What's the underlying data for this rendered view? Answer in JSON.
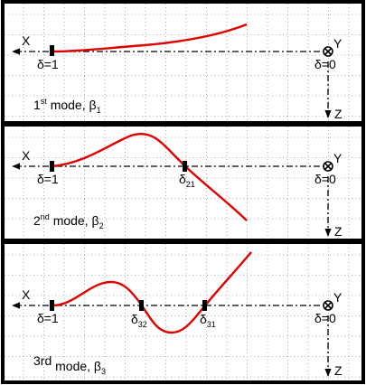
{
  "panels": [
    {
      "axis_x": "X",
      "axis_y": "Y",
      "axis_z": "Z",
      "delta_start": "δ=1",
      "delta_end": "δ=0",
      "mode_prefix": "1",
      "mode_sup": "st",
      "mode_text": " mode, β",
      "mode_sub": "1",
      "nodes": []
    },
    {
      "axis_x": "X",
      "axis_y": "Y",
      "axis_z": "Z",
      "delta_start": "δ=1",
      "delta_end": "δ=0",
      "mode_prefix": "2",
      "mode_sup": "nd",
      "mode_text": " mode, β",
      "mode_sub": "2",
      "nodes": [
        {
          "base": "δ",
          "sub": "21"
        }
      ]
    },
    {
      "axis_x": "X",
      "axis_y": "Y",
      "axis_z": "Z",
      "delta_start": "δ=1",
      "delta_end": "δ=0",
      "mode_prefix": "3rd",
      "mode_sup": "",
      "mode_text": " mode, β",
      "mode_sub": "3",
      "nodes": [
        {
          "base": "δ",
          "sub": "32"
        },
        {
          "base": "δ",
          "sub": "31"
        }
      ]
    }
  ],
  "colors": {
    "curve": "#e00000",
    "frame": "#000000",
    "grid": "#9a9a9a"
  }
}
